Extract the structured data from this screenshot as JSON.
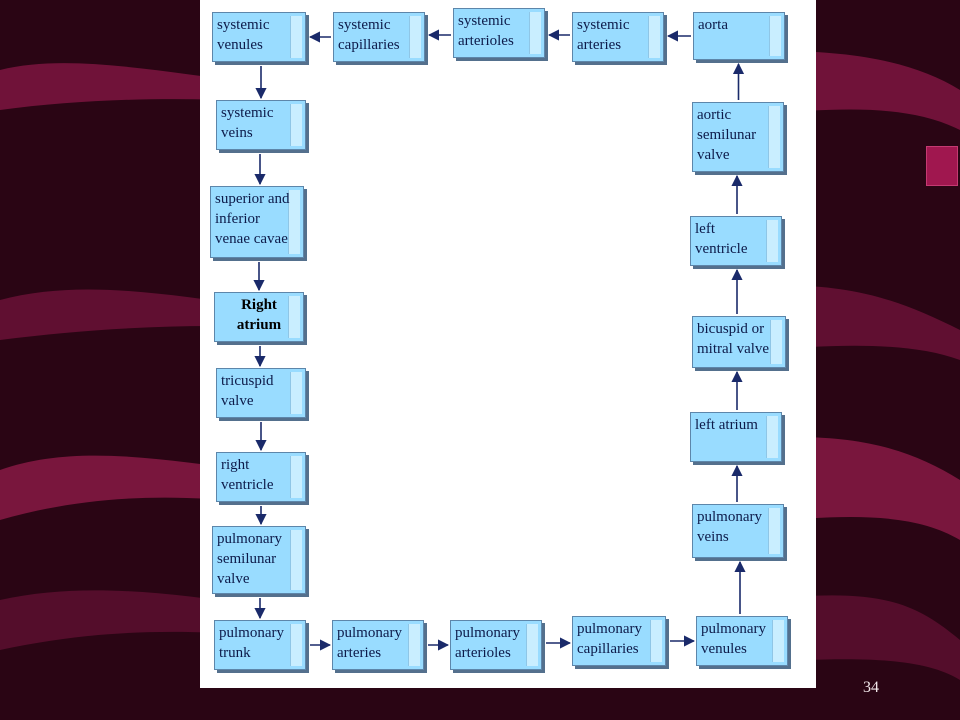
{
  "slide_number": "34",
  "nodes": [
    {
      "id": "systemic-venules",
      "lines": [
        "systemic",
        "venules"
      ]
    },
    {
      "id": "systemic-capillaries",
      "lines": [
        "systemic",
        "capillaries"
      ]
    },
    {
      "id": "systemic-arterioles",
      "lines": [
        "systemic",
        "arterioles"
      ]
    },
    {
      "id": "systemic-arteries",
      "lines": [
        "systemic",
        "arteries"
      ]
    },
    {
      "id": "aorta",
      "lines": [
        "aorta"
      ]
    },
    {
      "id": "systemic-veins",
      "lines": [
        "systemic",
        "veins"
      ]
    },
    {
      "id": "venae-cavae",
      "lines": [
        "superior and",
        "inferior",
        "venae cavae"
      ]
    },
    {
      "id": "right-atrium",
      "lines": [
        "Right",
        "atrium"
      ]
    },
    {
      "id": "tricuspid-valve",
      "lines": [
        "tricuspid",
        "valve"
      ]
    },
    {
      "id": "right-ventricle",
      "lines": [
        "right",
        "ventricle"
      ]
    },
    {
      "id": "pulmonary-semilunar-valve",
      "lines": [
        "pulmonary",
        "semilunar",
        "valve"
      ]
    },
    {
      "id": "pulmonary-trunk",
      "lines": [
        "pulmonary",
        "trunk"
      ]
    },
    {
      "id": "pulmonary-arteries",
      "lines": [
        "pulmonary",
        "arteries"
      ]
    },
    {
      "id": "pulmonary-arterioles",
      "lines": [
        "pulmonary",
        "arterioles"
      ]
    },
    {
      "id": "pulmonary-capillaries",
      "lines": [
        "pulmonary",
        "capillaries"
      ]
    },
    {
      "id": "pulmonary-venules",
      "lines": [
        "pulmonary",
        "venules"
      ]
    },
    {
      "id": "pulmonary-veins",
      "lines": [
        "pulmonary",
        "veins"
      ]
    },
    {
      "id": "left-atrium",
      "lines": [
        "left atrium"
      ]
    },
    {
      "id": "bicuspid-valve",
      "lines": [
        "bicuspid or",
        "mitral valve"
      ]
    },
    {
      "id": "left-ventricle",
      "lines": [
        "left",
        "ventricle"
      ]
    },
    {
      "id": "aortic-semilunar-valve",
      "lines": [
        "aortic",
        "semilunar",
        "valve"
      ]
    }
  ],
  "flow": [
    [
      "aorta",
      "systemic-arteries"
    ],
    [
      "systemic-arteries",
      "systemic-arterioles"
    ],
    [
      "systemic-arterioles",
      "systemic-capillaries"
    ],
    [
      "systemic-capillaries",
      "systemic-venules"
    ],
    [
      "systemic-venules",
      "systemic-veins"
    ],
    [
      "systemic-veins",
      "venae-cavae"
    ],
    [
      "venae-cavae",
      "right-atrium"
    ],
    [
      "right-atrium",
      "tricuspid-valve"
    ],
    [
      "tricuspid-valve",
      "right-ventricle"
    ],
    [
      "right-ventricle",
      "pulmonary-semilunar-valve"
    ],
    [
      "pulmonary-semilunar-valve",
      "pulmonary-trunk"
    ],
    [
      "pulmonary-trunk",
      "pulmonary-arteries"
    ],
    [
      "pulmonary-arteries",
      "pulmonary-arterioles"
    ],
    [
      "pulmonary-arterioles",
      "pulmonary-capillaries"
    ],
    [
      "pulmonary-capillaries",
      "pulmonary-venules"
    ],
    [
      "pulmonary-venules",
      "pulmonary-veins"
    ],
    [
      "pulmonary-veins",
      "left-atrium"
    ],
    [
      "left-atrium",
      "bicuspid-valve"
    ],
    [
      "bicuspid-valve",
      "left-ventricle"
    ],
    [
      "left-ventricle",
      "aortic-semilunar-valve"
    ],
    [
      "aortic-semilunar-valve",
      "aorta"
    ]
  ],
  "colors": {
    "box_fill": "#99dcff",
    "box_border": "#5d86aa",
    "arrow": "#1a2a6a",
    "background": "#2a0514",
    "swoosh": "#8d1a47"
  }
}
